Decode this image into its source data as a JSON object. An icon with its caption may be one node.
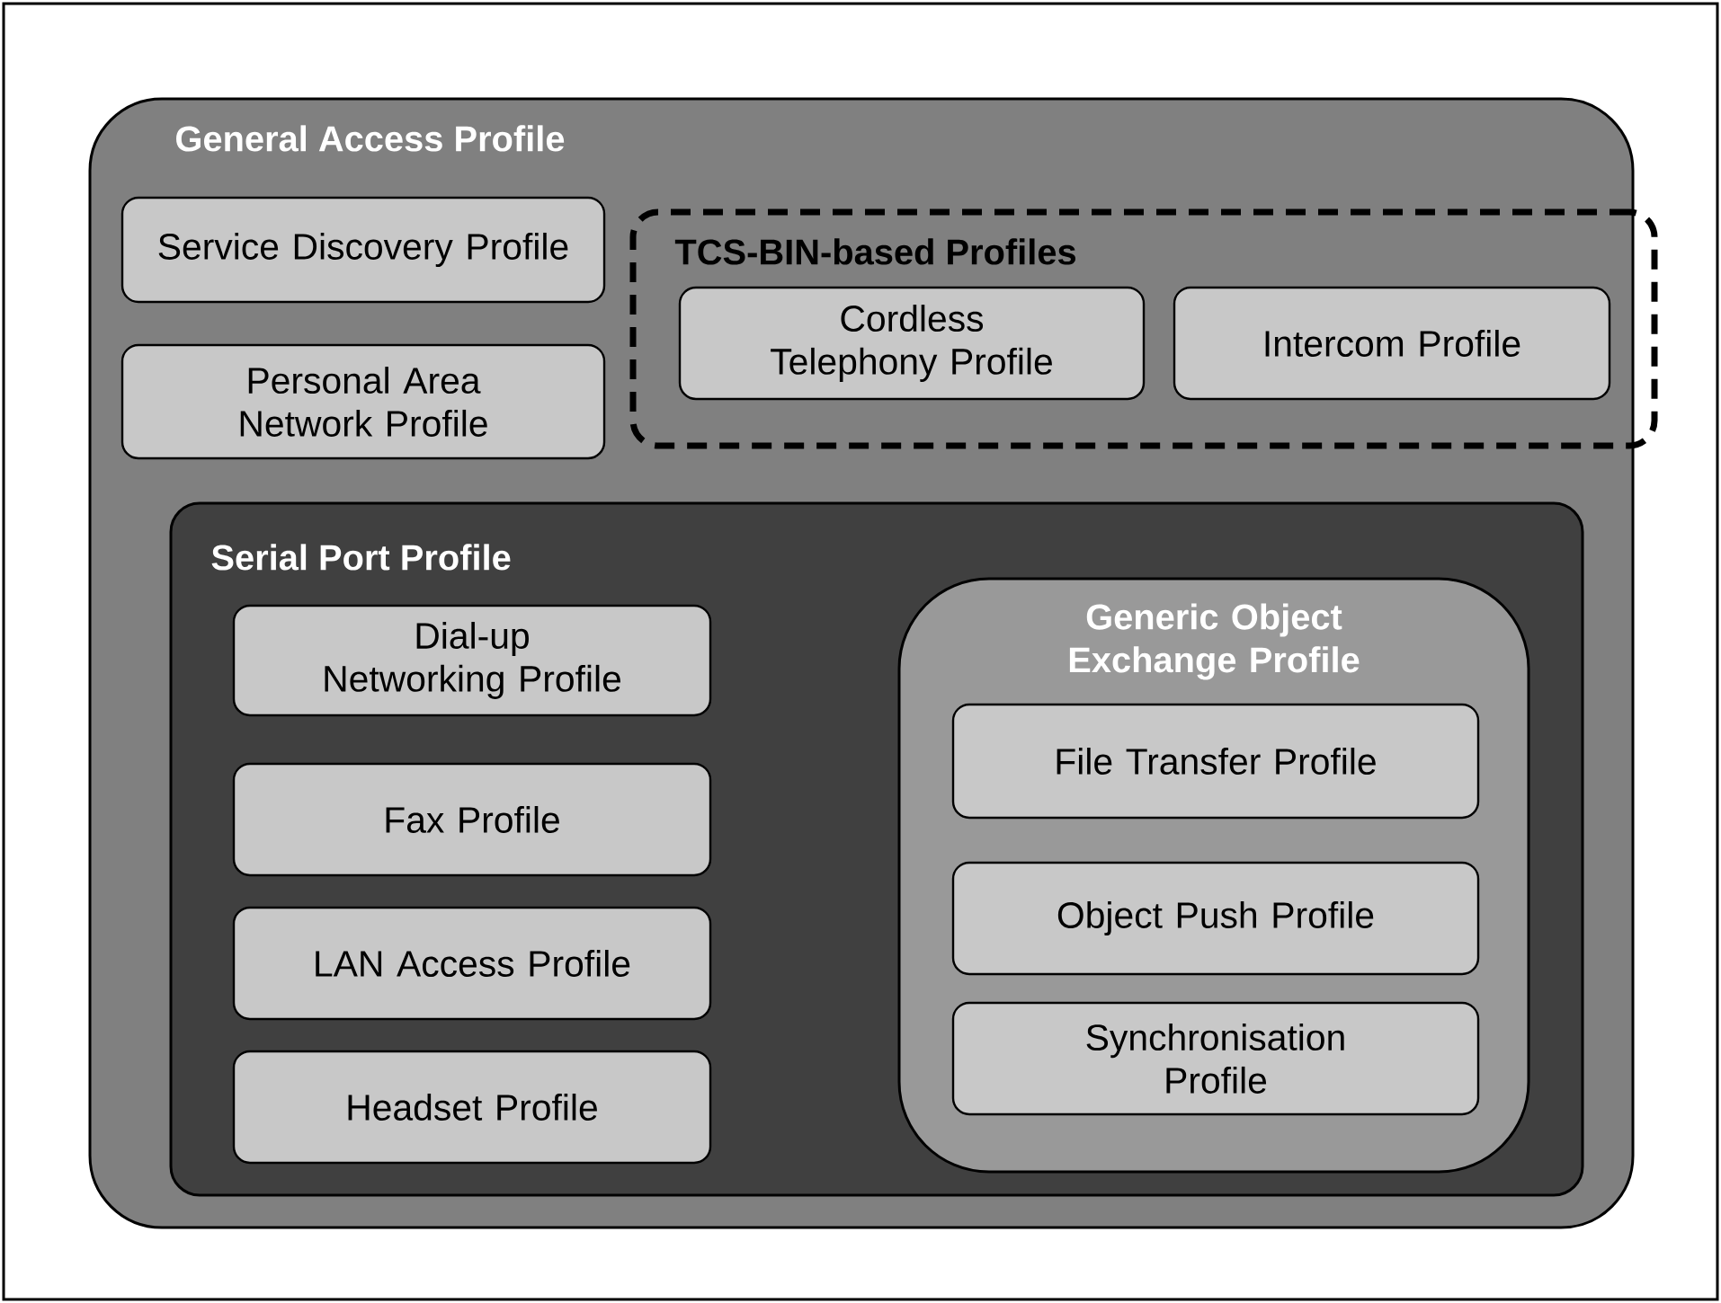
{
  "diagram": {
    "nodes": [
      {
        "text": [
          "General Access Profile"
        ]
      },
      {
        "text": [
          "Service Discovery Profile"
        ],
        "in": 0
      },
      {
        "text": [
          "Personal Area Network Profile"
        ],
        "in": 0
      },
      {
        "text": [
          "TCS-BIN-based Profiles"
        ],
        "in": 0
      },
      {
        "text": [
          "Cordless Telephony Profile"
        ],
        "in": 3
      },
      {
        "text": [
          "Intercom Profile"
        ],
        "in": 3
      },
      {
        "text": [
          "Serial Port Profile"
        ],
        "in": 0
      },
      {
        "text": [
          "Dial-up Networking Profile"
        ],
        "in": 6
      },
      {
        "text": [
          "Fax Profile"
        ],
        "in": 6
      },
      {
        "text": [
          "LAN Access Profile"
        ],
        "in": 6
      },
      {
        "text": [
          "Headset Profile"
        ],
        "in": 6
      },
      {
        "text": [
          "Generic Object Exchange Profile"
        ],
        "in": 6
      },
      {
        "text": [
          "File Transfer Profile"
        ],
        "in": 11
      },
      {
        "text": [
          "Object Push Profile"
        ],
        "in": 11
      },
      {
        "text": [
          "Synchronisation Profile"
        ],
        "in": 11
      }
    ]
  }
}
